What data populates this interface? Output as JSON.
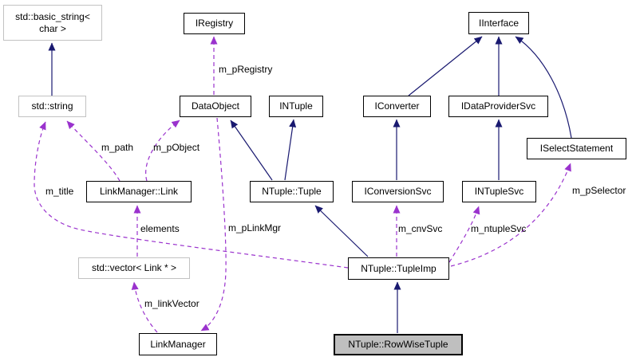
{
  "diagram": {
    "kind": "collaboration-graph",
    "focus_node": "NTuple::RowWiseTuple",
    "colors": {
      "background": "#ffffff",
      "inheritance_edge": "#191970",
      "usage_edge": "#9a32cd",
      "node_border": "#000000",
      "external_node_border": "#c2c2c2",
      "node_fill": "#ffffff",
      "focus_node_fill": "#bfbfbf",
      "text": "#000000"
    },
    "nodes": [
      {
        "label": "std::basic_string<\nchar >",
        "style": "external"
      },
      {
        "label": "IRegistry",
        "style": "normal"
      },
      {
        "label": "IInterface",
        "style": "normal"
      },
      {
        "label": "std::string",
        "style": "external"
      },
      {
        "label": "DataObject",
        "style": "normal"
      },
      {
        "label": "INTuple",
        "style": "normal"
      },
      {
        "label": "IConverter",
        "style": "normal"
      },
      {
        "label": "IDataProviderSvc",
        "style": "normal"
      },
      {
        "label": "ISelectStatement",
        "style": "normal"
      },
      {
        "label": "LinkManager::Link",
        "style": "normal"
      },
      {
        "label": "NTuple::Tuple",
        "style": "normal"
      },
      {
        "label": "IConversionSvc",
        "style": "normal"
      },
      {
        "label": "INTupleSvc",
        "style": "normal"
      },
      {
        "label": "std::vector< Link * >",
        "style": "external"
      },
      {
        "label": "NTuple::TupleImp",
        "style": "normal"
      },
      {
        "label": "LinkManager",
        "style": "normal"
      },
      {
        "label": "NTuple::RowWiseTuple",
        "style": "focus"
      }
    ],
    "edges": {
      "usage": [
        {
          "label": "m_pRegistry",
          "from": "DataObject",
          "to": "IRegistry"
        },
        {
          "label": "m_path",
          "from": "LinkManager::Link",
          "to": "std::string"
        },
        {
          "label": "m_pObject",
          "from": "LinkManager::Link",
          "to": "DataObject"
        },
        {
          "label": "m_title",
          "from": "NTuple::TupleImp",
          "to": "std::string"
        },
        {
          "label": "elements",
          "from": "std::vector< Link * >",
          "to": "LinkManager::Link"
        },
        {
          "label": "m_pLinkMgr",
          "from": "DataObject",
          "to": "LinkManager"
        },
        {
          "label": "m_linkVector",
          "from": "LinkManager",
          "to": "std::vector< Link * >"
        },
        {
          "label": "m_cnvSvc",
          "from": "NTuple::TupleImp",
          "to": "IConversionSvc"
        },
        {
          "label": "m_ntupleSvc",
          "from": "NTuple::TupleImp",
          "to": "INTupleSvc"
        },
        {
          "label": "m_pSelector",
          "from": "NTuple::TupleImp",
          "to": "ISelectStatement"
        }
      ],
      "inheritance": [
        {
          "from": "std::string",
          "to": "std::basic_string< char >"
        },
        {
          "from": "NTuple::Tuple",
          "to": "DataObject"
        },
        {
          "from": "NTuple::Tuple",
          "to": "INTuple"
        },
        {
          "from": "NTuple::TupleImp",
          "to": "NTuple::Tuple"
        },
        {
          "from": "NTuple::RowWiseTuple",
          "to": "NTuple::TupleImp"
        },
        {
          "from": "IConversionSvc",
          "to": "IConverter"
        },
        {
          "from": "IConverter",
          "to": "IInterface"
        },
        {
          "from": "IDataProviderSvc",
          "to": "IInterface"
        },
        {
          "from": "INTupleSvc",
          "to": "IDataProviderSvc"
        },
        {
          "from": "ISelectStatement",
          "to": "IInterface"
        }
      ]
    }
  }
}
